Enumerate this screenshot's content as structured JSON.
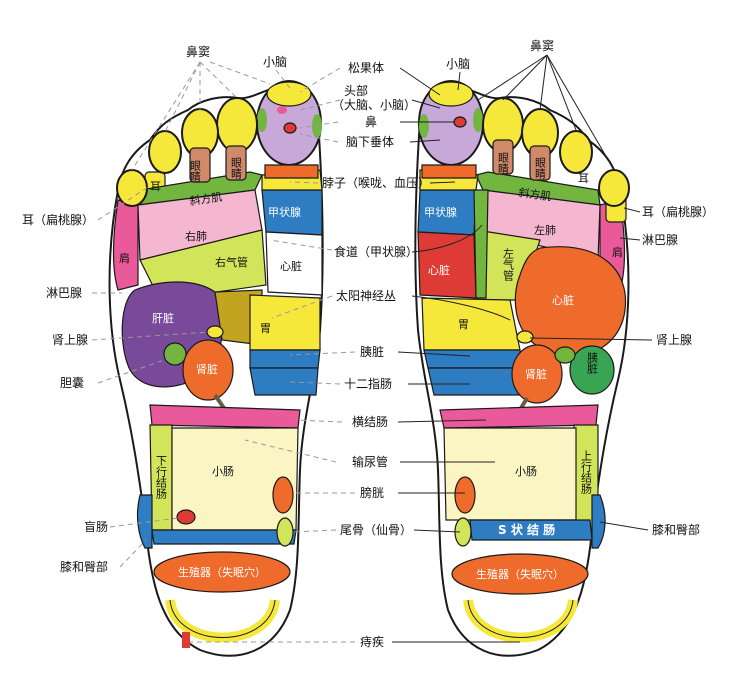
{
  "colors": {
    "yellow": "#f6e83a",
    "lime": "#d2e45a",
    "green": "#72b640",
    "pink": "#ea5a9a",
    "lightpink": "#f5b6cf",
    "purple": "#7a4a9a",
    "lavender": "#c7a8d8",
    "orange": "#ee6b2c",
    "blue": "#2e7dc3",
    "cream": "#fbf5c4",
    "brown": "#d08a6a",
    "olive": "#c2a421",
    "darkgreen": "#3aa455",
    "red": "#de3b36"
  },
  "center_labels": {
    "pineal": "松果体",
    "head": "头部",
    "head_sub": "（大脑、小脑）",
    "nose": "鼻",
    "pituitary": "脑下垂体",
    "neck": "脖子（喉咙、血压）",
    "esophagus": "食道（甲状腺）",
    "solar_plexus": "太阳神经丛",
    "pancreas": "胰脏",
    "duodenum": "十二指肠",
    "transverse_colon": "横结肠",
    "ureter": "输尿管",
    "bladder": "膀胱",
    "coccyx": "尾骨（仙骨）",
    "hemorrhoids": "痔疾"
  },
  "left_side": {
    "sinus": "鼻窦",
    "cerebellum": "小脑",
    "ear_tonsil": "耳（扁桃腺）",
    "lymph": "淋巴腺",
    "adrenal": "肾上腺",
    "gallbladder": "胆囊",
    "cecum": "盲肠",
    "knee_hip": "膝和臀部"
  },
  "right_side": {
    "cerebellum": "小脑",
    "sinus": "鼻窦",
    "ear_tonsil": "耳（扁桃腺）",
    "lymph": "淋巴腺",
    "adrenal": "肾上腺",
    "knee_hip": "膝和臀部"
  },
  "left_foot": {
    "eye1": "眼睛",
    "eye2": "眼睛",
    "ear": "耳",
    "trapezius": "斜方肌",
    "right_lung": "右肺",
    "right_trachea": "右气管",
    "shoulder": "肩",
    "thyroid": "甲状腺",
    "heart": "心脏",
    "liver": "肝脏",
    "stomach": "胃",
    "kidney": "肾脏",
    "descending_colon": "下行结肠",
    "small_intestine": "小肠",
    "reproductive": "生殖器（失眠穴）"
  },
  "right_foot": {
    "eye1": "眼睛",
    "eye2": "眼睛",
    "ear": "耳",
    "trapezius": "斜方肌",
    "left_lung": "左肺",
    "left_trachea": "左气管",
    "shoulder": "肩",
    "thyroid": "甲状腺",
    "heart_small": "心脏",
    "heart_big": "心脏",
    "stomach": "胃",
    "kidney": "肾脏",
    "pancreas": "胰脏",
    "ascending_colon": "上行结肠",
    "small_intestine": "小肠",
    "sigmoid_colon": "S 状 结 肠",
    "reproductive": "生殖器（失眠穴）"
  }
}
